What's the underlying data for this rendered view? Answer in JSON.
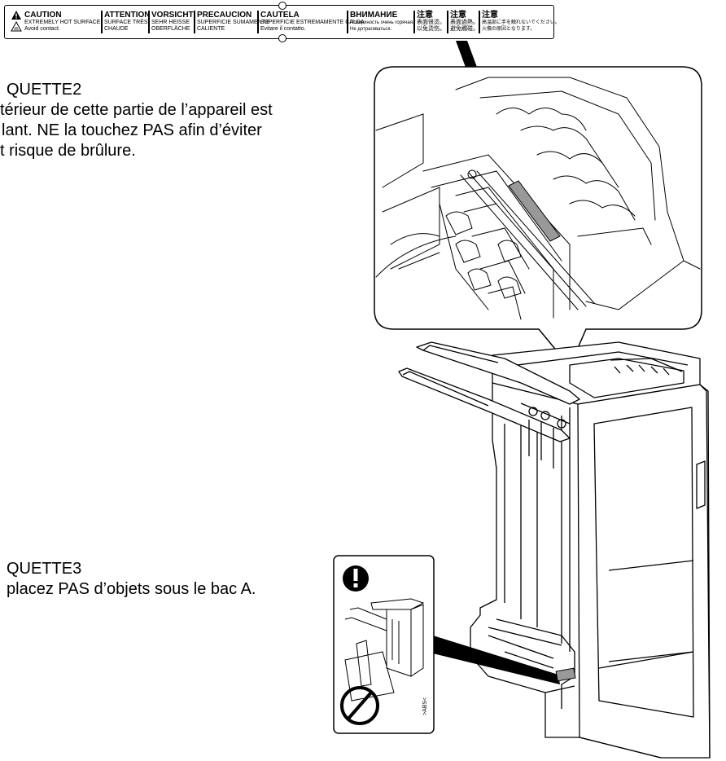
{
  "caution_label": {
    "cells": [
      {
        "heading": "CAUTION",
        "lines": [
          "EXTREMELY HOT SURFACE",
          "Avoid contact."
        ]
      },
      {
        "heading": "ATTENTION",
        "lines": [
          "SURFACE TRÈS",
          "CHAUDE"
        ]
      },
      {
        "heading": "VORSICHT",
        "lines": [
          "SEHR HEISSE",
          "OBERFLÄCHE"
        ]
      },
      {
        "heading": "PRECAUCION",
        "lines": [
          "SUPERFICIE SUMAMENTE",
          "CALIENTE"
        ]
      },
      {
        "heading": "CAUTELA",
        "lines": [
          "SUPERFICIE ESTREMAMENTE CALDA",
          "Evitare il contatto."
        ]
      },
      {
        "heading": "ВНИМАНИЕ",
        "lines": [
          "Поверхность очень горячая.",
          "Не дотрагиваться."
        ]
      },
      {
        "heading": "注意",
        "lines": [
          "表面很烫。",
          "以免烫伤。"
        ]
      },
      {
        "heading": "注意",
        "lines": [
          "表面過熱。",
          "避免觸碰。"
        ]
      },
      {
        "heading": "注意",
        "lines": [
          "高温部に手を触れないでください。",
          "火傷の原因となります。"
        ]
      }
    ]
  },
  "label2": {
    "title": "QUETTE2",
    "lines": [
      "térieur de cette partie de l’appareil est",
      "lant. NE la touchez PAS afin d’éviter",
      "t risque de brûlure."
    ]
  },
  "label3": {
    "title": "QUETTE3",
    "lines": [
      "placez PAS d’objets sous le bac A."
    ]
  },
  "sticker_code": ">ABS<"
}
